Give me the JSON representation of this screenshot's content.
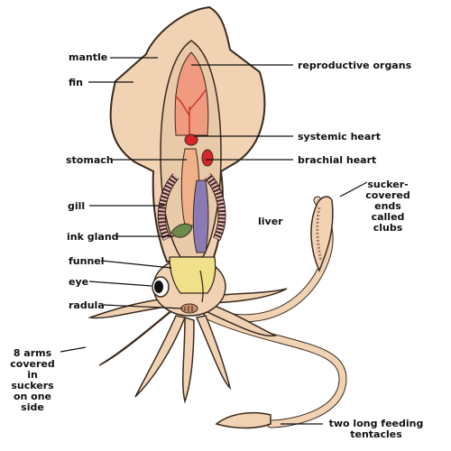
{
  "labels": {
    "mantle": "mantle",
    "fin": "fin",
    "stomach": "stomach",
    "gill": "gill",
    "ink_gland": "ink gland",
    "funnel": "funnel",
    "eye": "eye",
    "radula": "radula",
    "arms": [
      "8 arms",
      "covered",
      "in suckers",
      "on one",
      "side"
    ],
    "reproductive_organs": "reproductive organs",
    "systemic_heart": "systemic heart",
    "brachial_heart": "brachial heart",
    "clubs": [
      "sucker-",
      "covered",
      "ends",
      "called",
      "clubs"
    ],
    "liver": "liver",
    "tentacles": [
      "two long feeding",
      "tentacles"
    ]
  },
  "colors": {
    "body": "#f1d3b4",
    "body_outline": "#3a2a1e",
    "mantle_cavity": "#e8c9a8",
    "reproductive": "#f09a80",
    "heart": "#d8262c",
    "stomach": "#f0b088",
    "gill": "#f3b9c0",
    "ink_gland": "#8a7bb4",
    "liver": "#6b8b4a",
    "funnel": "#f0e08a"
  }
}
